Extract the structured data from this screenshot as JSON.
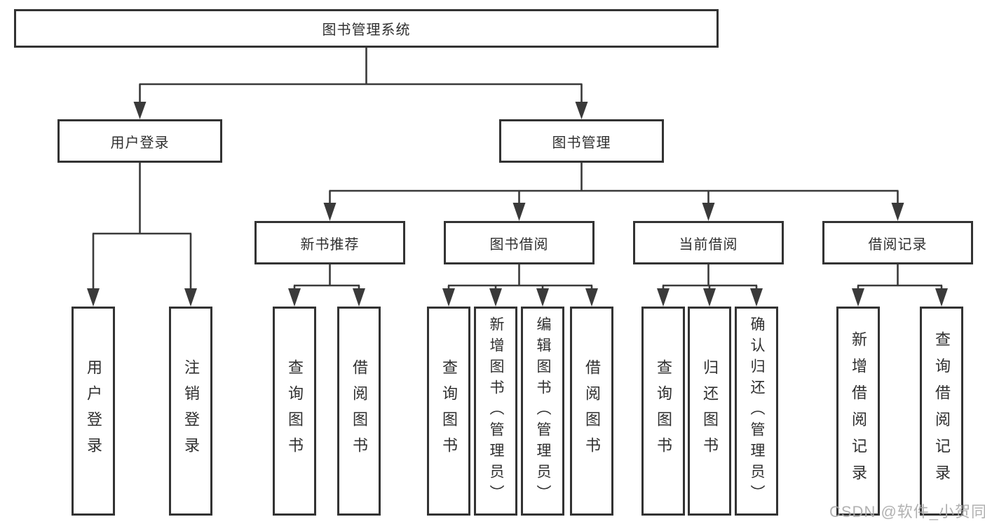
{
  "diagram": {
    "title": "图书管理系统",
    "branches": [
      {
        "label": "用户登录",
        "leaves": [
          "用户登录",
          "注销登录"
        ]
      },
      {
        "label": "图书管理",
        "groups": [
          {
            "label": "新书推荐",
            "leaves": [
              "查询图书",
              "借阅图书"
            ]
          },
          {
            "label": "图书借阅",
            "leaves": [
              "查询图书",
              "新增图书（管理员）",
              "编辑图书（管理员）",
              "借阅图书"
            ]
          },
          {
            "label": "当前借阅",
            "leaves": [
              "查询图书",
              "归还图书",
              "确认归还（管理员）"
            ]
          },
          {
            "label": "借阅记录",
            "leaves": [
              "新增借阅记录",
              "查询借阅记录"
            ]
          }
        ]
      }
    ]
  },
  "watermark": {
    "text": "CSDN @软件_小贺同学"
  },
  "colors": {
    "background": "#ffffff",
    "box_border": "#333333",
    "connector_line": "#3a3a3a",
    "text": "#2f2f2f",
    "watermark": "#a8a8a8"
  }
}
